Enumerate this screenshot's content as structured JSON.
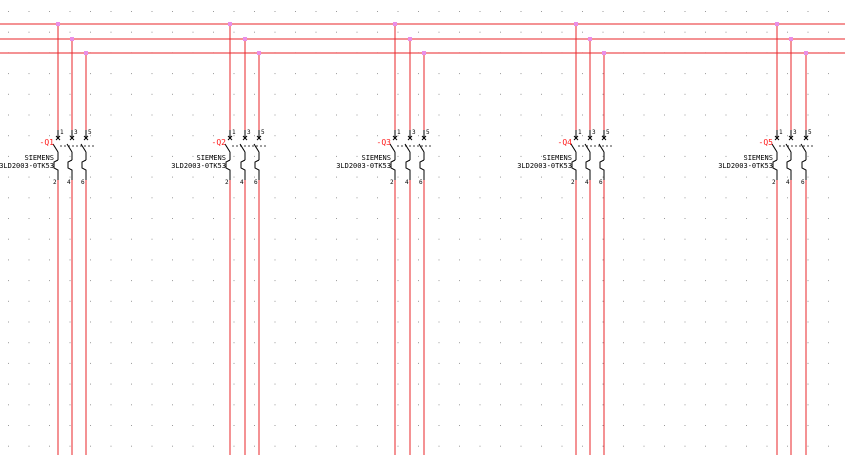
{
  "colors": {
    "background": "#ffffff",
    "wire": "#e8262a",
    "junction": "#e98fe8",
    "symbol": "#000000",
    "grid_dot": "#9a9a9a",
    "reference": "#ff1a1a",
    "text": "#000000"
  },
  "breakers": [
    {
      "ref": "-Q1",
      "manufacturer": "SIEMENS",
      "part": "3LD2003-0TK53",
      "pins_top": [
        "1",
        "3",
        "5"
      ],
      "pins_bottom": [
        "2",
        "4",
        "6"
      ]
    },
    {
      "ref": "-Q2",
      "manufacturer": "SIEMENS",
      "part": "3LD2003-0TK53",
      "pins_top": [
        "1",
        "3",
        "5"
      ],
      "pins_bottom": [
        "2",
        "4",
        "6"
      ]
    },
    {
      "ref": "-Q3",
      "manufacturer": "SIEMENS",
      "part": "3LD2003-0TK53",
      "pins_top": [
        "1",
        "3",
        "5"
      ],
      "pins_bottom": [
        "2",
        "4",
        "6"
      ]
    },
    {
      "ref": "-Q4",
      "manufacturer": "SIEMENS",
      "part": "3LD2003-0TK53",
      "pins_top": [
        "1",
        "3",
        "5"
      ],
      "pins_bottom": [
        "2",
        "4",
        "6"
      ]
    },
    {
      "ref": "-Q5",
      "manufacturer": "SIEMENS",
      "part": "3LD2003-0TK53",
      "pins_top": [
        "1",
        "3",
        "5"
      ],
      "pins_bottom": [
        "2",
        "4",
        "6"
      ]
    }
  ]
}
